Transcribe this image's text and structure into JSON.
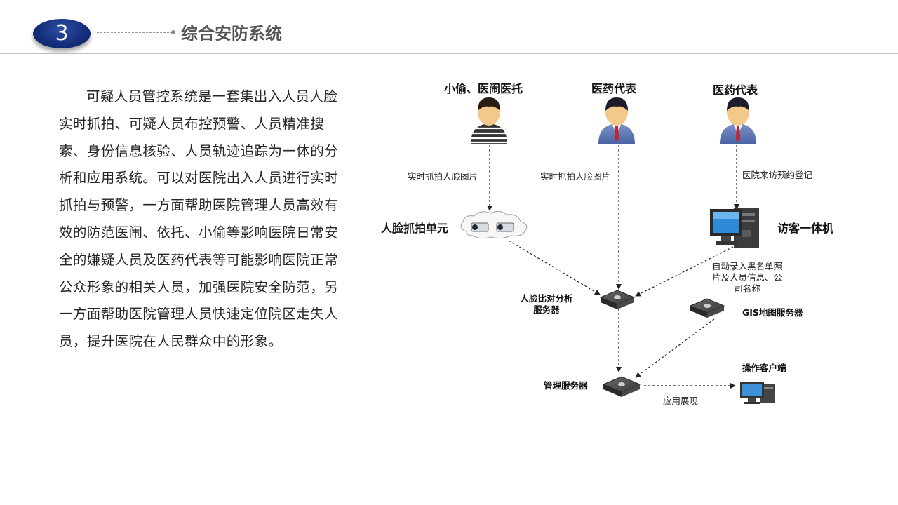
{
  "header": {
    "section_number": "3",
    "title": "综合安防系统"
  },
  "body_paragraph": "可疑人员管控系统是一套集出入人员人脸实时抓拍、可疑人员布控预警、人员精准搜索、身份信息核验、人员轨迹追踪为一体的分析和应用系统。可以对医院出入人员进行实时抓拍与预警，一方面帮助医院管理人员高效有效的防范医闹、依托、小偷等影响医院日常安全的嫌疑人员及医药代表等可能影响医院正常公众形象的相关人员，加强医院安全防范，另一方面帮助医院管理人员快速定位院区走失人员，提升医院在人民群众中的形象。",
  "diagram": {
    "persons": [
      {
        "label": "小偷、医闹医托"
      },
      {
        "label": "医药代表"
      },
      {
        "label": "医药代表"
      }
    ],
    "edge_labels": {
      "capture_1": "实时抓拍人脸图片",
      "capture_2": "实时抓拍人脸图片",
      "visitor_register": "医院来访预约登记",
      "blacklist_line1": "自动录入黑名单照",
      "blacklist_line2": "片及人员信息、公",
      "blacklist_line3": "司名称",
      "display": "应用展现"
    },
    "nodes": {
      "face_capture_unit": "人脸抓拍单元",
      "visitor_kiosk": "访客一体机",
      "face_compare_line1": "人脸比对分析",
      "face_compare_line2": "服务器",
      "gis_server": "GIS地图服务器",
      "management_server": "管理服务器",
      "client": "操作客户端"
    }
  }
}
